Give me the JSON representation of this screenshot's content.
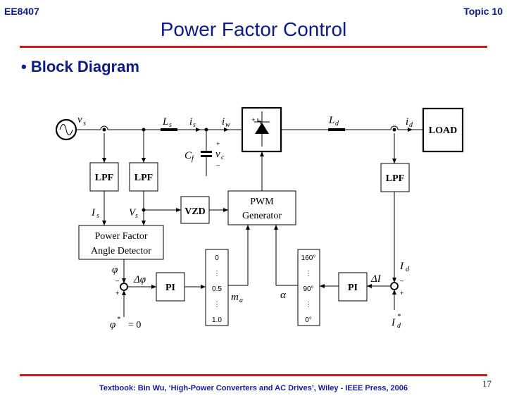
{
  "header": {
    "course_code": "EE8407",
    "topic": "Topic 10",
    "title": "Power Factor Control"
  },
  "bullet": "Block Diagram",
  "diagram": {
    "source": {
      "label_v": "v",
      "label_sub": "s"
    },
    "inductor_s": {
      "label": "L",
      "sub": "s"
    },
    "current_is": {
      "label": "i",
      "sub": "s"
    },
    "current_iw": {
      "label": "i",
      "sub": "w"
    },
    "capacitor": {
      "label": "C",
      "sub": "f",
      "v": "v",
      "v_sub": "c",
      "plus": "+",
      "minus": "–"
    },
    "converter": {
      "plus": "+"
    },
    "inductor_d": {
      "label": "L",
      "sub": "d"
    },
    "current_id": {
      "label": "i",
      "sub": "d"
    },
    "load": "LOAD",
    "lpf1": "LPF",
    "lpf2": "LPF",
    "lpf3": "LPF",
    "Is": {
      "label": "I",
      "sub": "s"
    },
    "Vs": {
      "label": "V",
      "sub": "s"
    },
    "vzd": "VZD",
    "pwm": {
      "line1": "PWM",
      "line2": "Generator"
    },
    "pfad": {
      "line1": "Power Factor",
      "line2": "Angle Detector"
    },
    "phi": "φ",
    "delta_phi": "Δφ",
    "phi_ref": "φ",
    "phi_ref_star": "*",
    "phi_ref_val": "= 0",
    "sum1": {
      "minus": "–",
      "plus": "+"
    },
    "pi1": "PI",
    "ma_scale": [
      "0",
      "⋮",
      "0.5",
      "⋮",
      "1.0"
    ],
    "ma": {
      "label": "m",
      "sub": "a"
    },
    "alpha": "α",
    "alpha_scale": [
      "160°",
      "⋮",
      "90°",
      "⋮",
      "0°"
    ],
    "pi2": "PI",
    "delta_I": "ΔI",
    "Id": {
      "label": "I",
      "sub": "d"
    },
    "Id_ref": {
      "label": "I",
      "sub": "d",
      "star": "*"
    },
    "sum2": {
      "minus": "–",
      "plus": "+"
    }
  },
  "footer": {
    "citation": "Textbook: Bin Wu, ‘High-Power Converters and AC Drives’, Wiley - IEEE Press, 2006",
    "page": "17"
  }
}
